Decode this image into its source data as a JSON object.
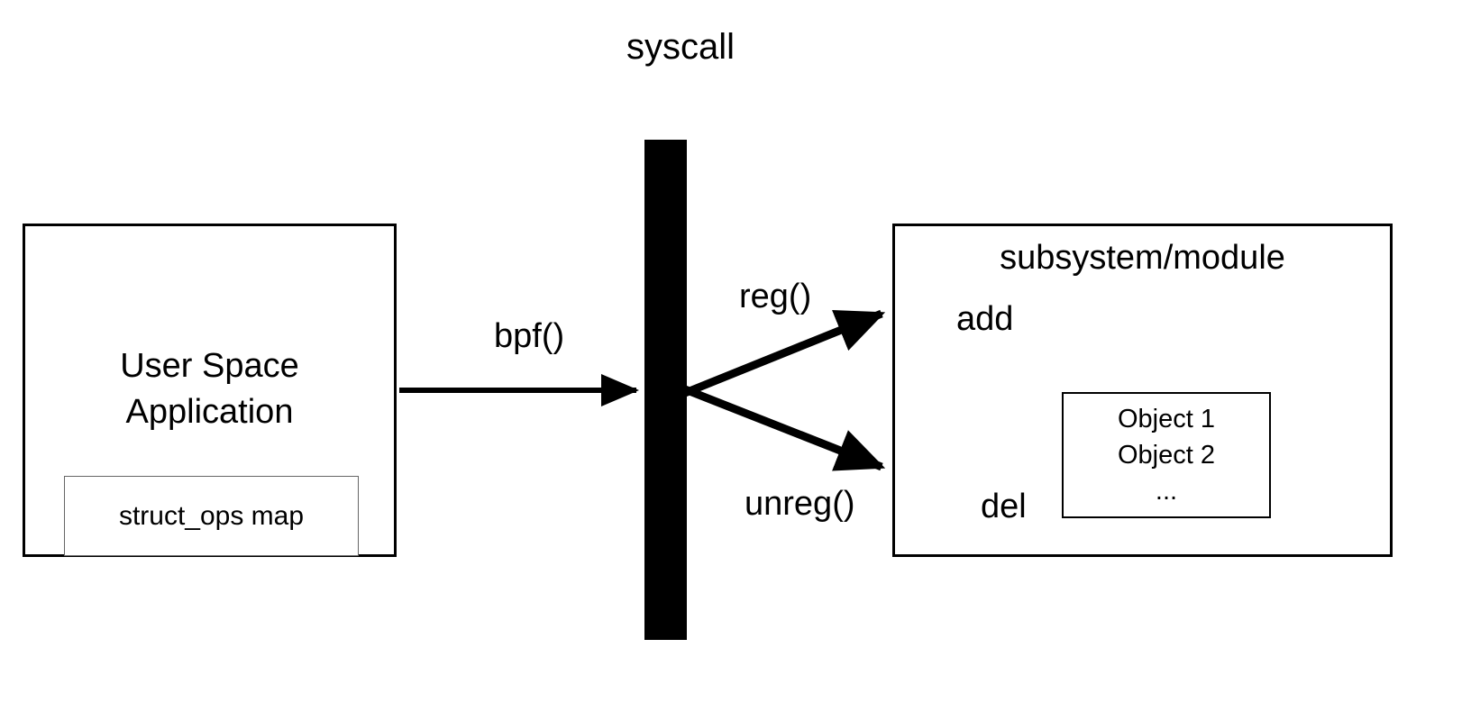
{
  "diagram": {
    "title": "syscall",
    "user_space_box": {
      "label": "User Space Application",
      "inner_box_label": "struct_ops map"
    },
    "subsystem_box": {
      "label": "subsystem/module",
      "add_label": "add",
      "del_label": "del",
      "object_box": {
        "lines": [
          "Object 1",
          "Object 2",
          "..."
        ]
      }
    },
    "arrows": {
      "bpf_label": "bpf()",
      "reg_label": "reg()",
      "unreg_label": "unreg()"
    },
    "colors": {
      "foreground": "#000000",
      "background": "#ffffff"
    }
  }
}
